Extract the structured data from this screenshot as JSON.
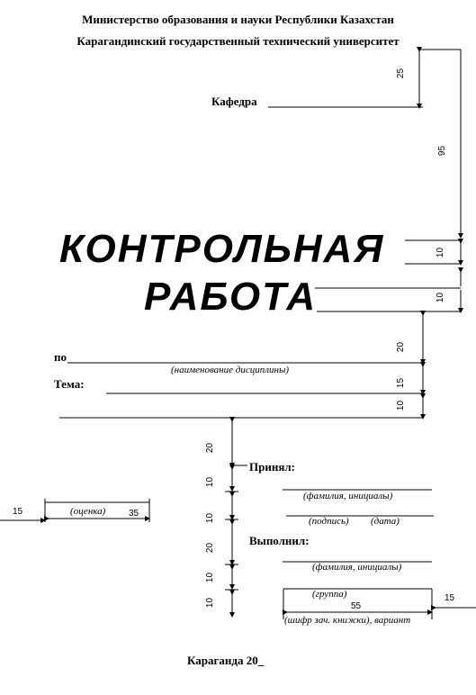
{
  "header": {
    "ministry": "Министерство образования и науки Республики Казахстан",
    "university": "Карагандинский государственный технический университет"
  },
  "department_label": "Кафедра",
  "title": {
    "line1": "КОНТРОЛЬНАЯ",
    "line2": "РАБОТА"
  },
  "discipline": {
    "prefix": "по",
    "caption": "(наименование  дисциплины)"
  },
  "topic_label": "Тема:",
  "grade_caption": "(оценка)",
  "accepted": {
    "label": "Принял:",
    "name_caption": "(фамилия, инициалы)",
    "signature_caption": "(подпись)",
    "date_caption": "(дата)"
  },
  "completed": {
    "label": "Выполнил:",
    "name_caption": "(фамилия, инициалы)",
    "group_caption": "(группа)",
    "record_caption": "(шифр зач. книжки), вариант"
  },
  "footer": "Караганда 20_",
  "dimensions": {
    "d25": "25",
    "d95": "95",
    "d10a": "10",
    "d10b": "10",
    "d20a": "20",
    "d15a": "15",
    "d10c": "10",
    "d20b": "20",
    "d10d": "10",
    "d10e": "10",
    "d20c": "20",
    "d10f": "10",
    "d10g": "10",
    "d15_left": "15",
    "d35": "35",
    "d55": "55",
    "d15_right": "15"
  }
}
